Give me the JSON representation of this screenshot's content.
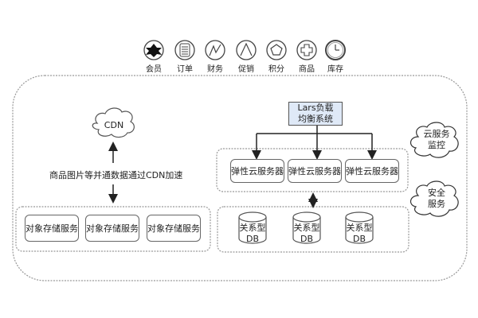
{
  "toolbar": {
    "icons": [
      {
        "icon": "star-of-david-icon",
        "label": "会员"
      },
      {
        "icon": "document-list-icon",
        "label": "订单"
      },
      {
        "icon": "zigzag-chart-icon",
        "label": "财务"
      },
      {
        "icon": "arrow-up-icon",
        "label": "促销"
      },
      {
        "icon": "pentagon-icon",
        "label": "积分"
      },
      {
        "icon": "plus-icon",
        "label": "商品"
      },
      {
        "icon": "clock-icon",
        "label": "库存"
      }
    ]
  },
  "cdn": {
    "label": "CDN",
    "caption": "商品图片等并通数据通过CDN加速"
  },
  "storage": {
    "items": [
      "对象存储服务",
      "对象存储服务",
      "对象存储服务"
    ]
  },
  "load_balancer": {
    "line1": "Lars负载",
    "line2": "均衡系统"
  },
  "servers": {
    "items": [
      "弹性云服务器",
      "弹性云服务器",
      "弹性云服务器"
    ]
  },
  "databases": {
    "items": [
      {
        "line1": "关系型",
        "line2": "DB"
      },
      {
        "line1": "关系型",
        "line2": "DB"
      },
      {
        "line1": "关系型",
        "line2": "DB"
      }
    ]
  },
  "side_clouds": {
    "monitor": {
      "line1": "云服务",
      "line2": "监控"
    },
    "security": {
      "line1": "安全",
      "line2": "服务"
    }
  },
  "colors": {
    "lars_fill": "#dfe9f7",
    "border": "#888888"
  }
}
